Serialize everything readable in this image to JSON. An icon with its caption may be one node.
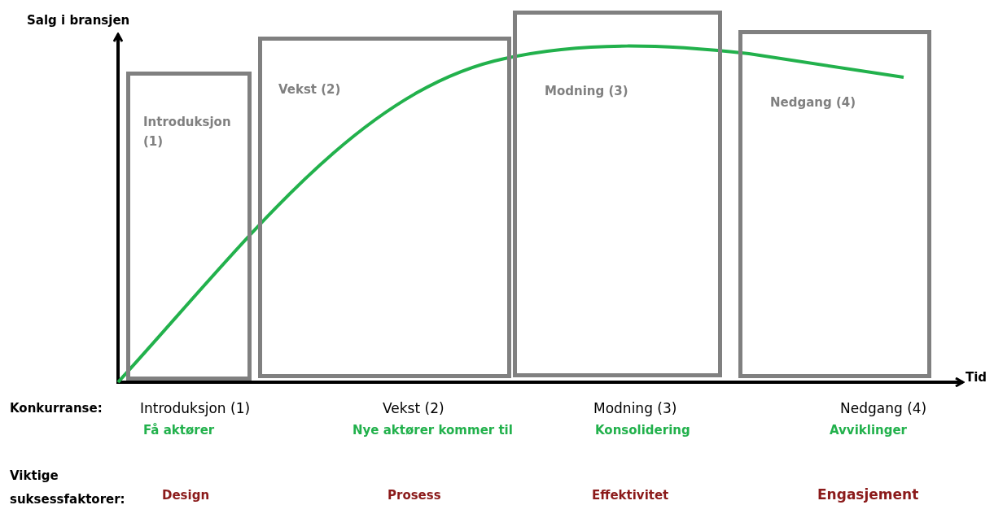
{
  "diagram": {
    "nodes": [
      {
        "text": [
          "Introduksjon (1)"
        ]
      },
      {
        "text": [
          "Vekst (2)"
        ]
      },
      {
        "text": [
          "Modning (3)"
        ]
      },
      {
        "text": [
          "Nedgang (4)"
        ]
      }
    ],
    "labels": [
      "Salg i bransjen",
      "Tid",
      "Konkurranse:",
      "Introduksjon (1)",
      "Vekst (2)",
      "Modning (3)",
      "Nedgang (4)",
      "Få aktører",
      "Nye aktører kommer til",
      "Konsolidering",
      "Avviklinger",
      "Viktige suksessfaktorer:",
      "Design",
      "Prosess",
      "Effektivitet",
      "Engasjement"
    ]
  }
}
